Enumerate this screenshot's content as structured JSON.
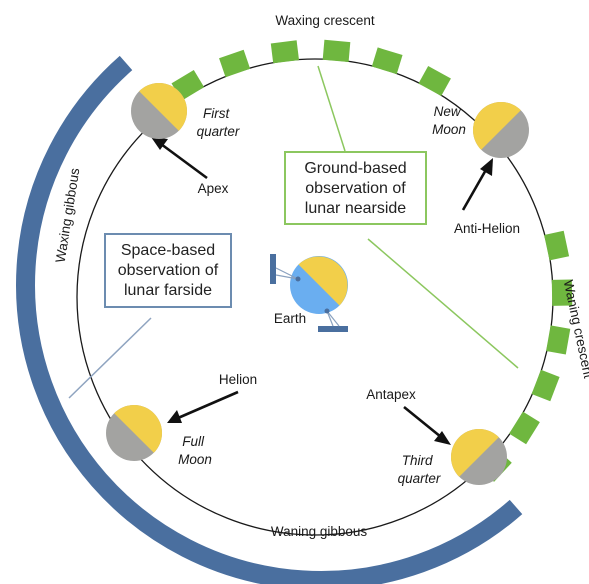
{
  "phases": {
    "waxing_crescent": "Waxing crescent",
    "waxing_gibbous": "Waxing gibbous",
    "waning_gibbous": "Waning gibbous",
    "waning_crescent": "Waning crescent"
  },
  "moons": {
    "first_quarter": [
      "First",
      "quarter"
    ],
    "new_moon": [
      "New",
      "Moon"
    ],
    "full_moon": [
      "Full",
      "Moon"
    ],
    "third_quarter": [
      "Third",
      "quarter"
    ]
  },
  "directions": {
    "apex": "Apex",
    "anti_helion": "Anti-Helion",
    "helion": "Helion",
    "antapex": "Antapex"
  },
  "earth_label": "Earth",
  "ground_box": [
    "Ground-based",
    "observation of",
    "lunar nearside"
  ],
  "space_box": [
    "Space-based",
    "observation of",
    "lunar farside"
  ],
  "colors": {
    "orbit": "#1a1a1a",
    "blue_arc": "#4a6f9f",
    "green_segments": "#6fb73f",
    "moon_lit": "#f2cf4a",
    "moon_dark": "#a3a3a1",
    "earth_ocean": "#6aaef0",
    "ground_box_border": "#8cc75f",
    "space_box_border": "#6c8cb0"
  },
  "icons": [
    "moon-icon",
    "earth-icon",
    "satellite-icon",
    "arrow-icon"
  ]
}
